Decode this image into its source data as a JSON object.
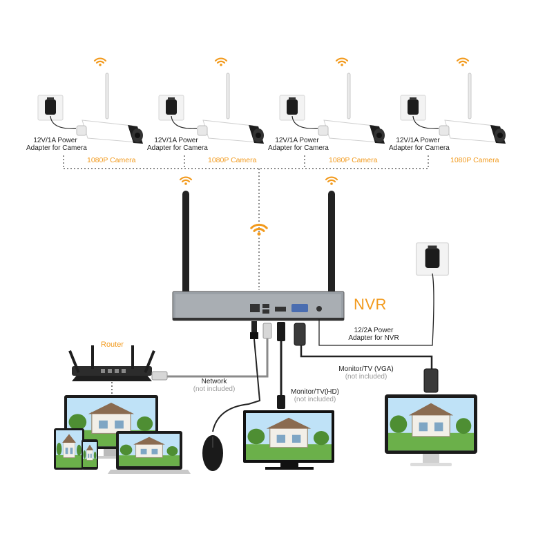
{
  "colors": {
    "accent": "#f29a1d",
    "muted": "#9a9a9a",
    "text": "#222222"
  },
  "cameras": [
    {
      "adapter_line1": "12V/1A Power",
      "adapter_line2": "Adapter for Camera",
      "camera_label": "1080P Camera"
    },
    {
      "adapter_line1": "12V/1A Power",
      "adapter_line2": "Adapter for Camera",
      "camera_label": "1080P Camera"
    },
    {
      "adapter_line1": "12V/1A Power",
      "adapter_line2": "Adapter for Camera",
      "camera_label": "1080P Camera"
    },
    {
      "adapter_line1": "12V/1A Power",
      "adapter_line2": "Adapter for Camera",
      "camera_label": "1080P Camera"
    }
  ],
  "nvr": {
    "title": "NVR",
    "adapter_line1": "12/2A Power",
    "adapter_line2": "Adapter for NVR"
  },
  "router": {
    "title": "Router"
  },
  "network": {
    "line1": "Network",
    "line2": "(not included)"
  },
  "hd_monitor": {
    "line1": "Monitor/TV(HD)",
    "line2": "(not included)"
  },
  "vga_monitor": {
    "line1": "Monitor/TV (VGA)",
    "line2": "(not included)"
  },
  "icons": [
    "wifi-icon",
    "power-adapter-icon",
    "bullet-camera-icon",
    "router-icon",
    "mouse-icon",
    "monitor-icon",
    "laptop-icon",
    "tablet-icon",
    "phone-icon",
    "rj45-plug-icon",
    "hdmi-plug-icon",
    "usb-plug-icon",
    "vga-plug-icon"
  ]
}
